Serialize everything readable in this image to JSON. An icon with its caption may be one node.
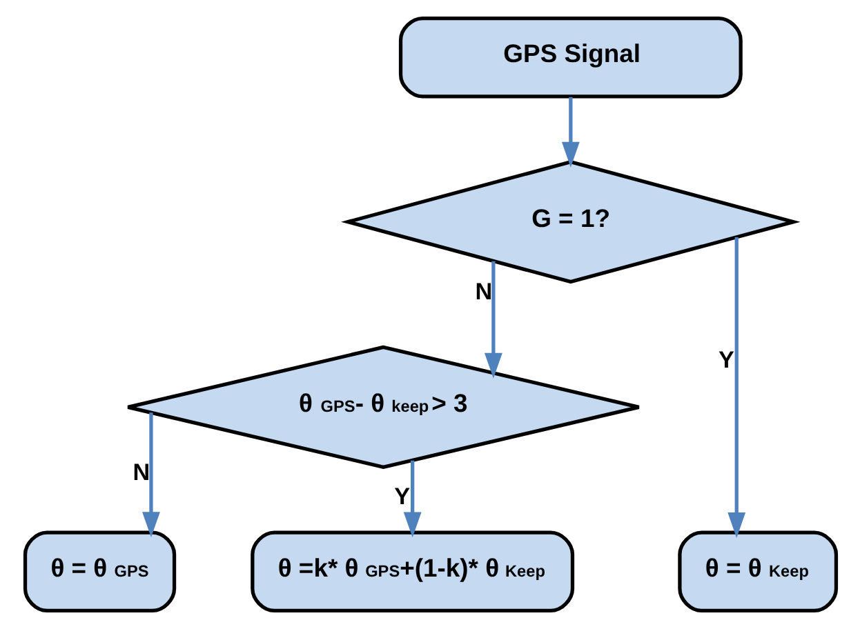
{
  "diagram": {
    "nodes": [
      {
        "text": [
          "GPS Signal"
        ]
      },
      {
        "text": [
          "G = 1?"
        ]
      },
      {
        "text": [
          "θ $_{GPS}$- θ $_{keep}$> 3"
        ]
      },
      {
        "text": [
          "θ = θ $_{GPS}$"
        ]
      },
      {
        "text": [
          "θ =k* θ $_{GPS}$+(1-k)* θ $_{Keep}$"
        ]
      },
      {
        "text": [
          "θ = θ $_{Keep}$"
        ]
      }
    ],
    "edges": [
      {
        "from": 0,
        "to": 1,
        "arrow": "to"
      },
      {
        "from": 1,
        "to": 2,
        "arrow": "to",
        "label": "N"
      },
      {
        "from": 1,
        "to": 5,
        "arrow": "to",
        "label": "Y"
      },
      {
        "from": 2,
        "to": 3,
        "arrow": "to",
        "label": "N"
      },
      {
        "from": 2,
        "to": 4,
        "arrow": "to",
        "label": "Y"
      }
    ]
  }
}
